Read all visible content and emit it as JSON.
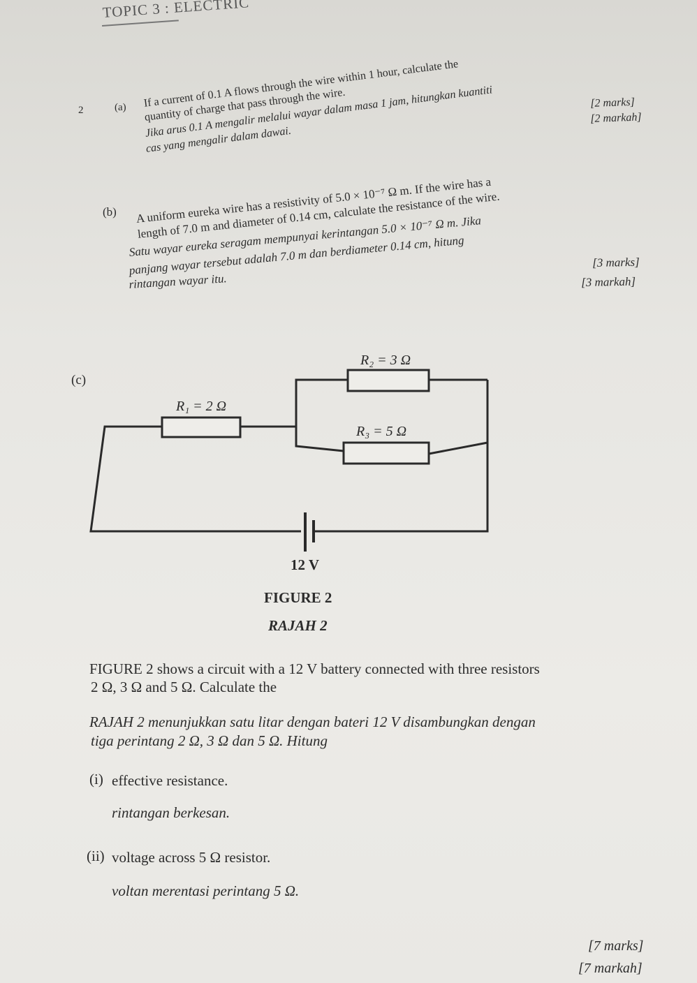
{
  "header": {
    "topic": "TOPIC 3 : ELECTRIC"
  },
  "q2a": {
    "number": "2",
    "part": "(a)",
    "en_line1": "If a current of 0.1 A flows through the wire within 1 hour, calculate the",
    "en_line2": "quantity of charge that pass through the wire.",
    "my_line1": "Jika arus 0.1 A mengalir melalui wayar dalam masa 1 jam, hitungkan kuantiti",
    "my_line2": "cas yang mengalir dalam dawai.",
    "marks_en": "[2 marks]",
    "marks_my": "[2 markah]"
  },
  "q2b": {
    "part": "(b)",
    "en_line1": "A uniform eureka wire has a resistivity of 5.0 × 10⁻⁷ Ω m. If the wire has a",
    "en_line2": "length of 7.0 m and diameter of 0.14 cm, calculate the resistance of the wire.",
    "my_line1": "Satu wayar eureka seragam mempunyai kerintangan 5.0 × 10⁻⁷ Ω m. Jika",
    "my_line2": "panjang wayar tersebut adalah 7.0 m dan berdiameter 0.14 cm, hitung",
    "my_line3": "rintangan wayar itu.",
    "marks_en": "[3 marks]",
    "marks_my": "[3 markah]"
  },
  "q2c": {
    "part": "(c)",
    "circuit": {
      "r1_label": "R₁ = 2 Ω",
      "r2_label": "R₂ = 3 Ω",
      "r3_label": "R₃ = 5 Ω",
      "battery_label": "12 V"
    },
    "figure_en": "FIGURE 2",
    "figure_my": "RAJAH 2",
    "desc_en_line1": "FIGURE 2 shows a circuit with a 12 V battery connected with three resistors",
    "desc_en_line2": "2 Ω, 3 Ω and 5 Ω. Calculate the",
    "desc_my_line1": "RAJAH 2 menunjukkan satu litar dengan bateri 12 V disambungkan dengan",
    "desc_my_line2": "tiga perintang 2 Ω, 3 Ω dan 5 Ω. Hitung",
    "items": [
      {
        "num": "(i)",
        "en": "effective resistance.",
        "my": "rintangan berkesan."
      },
      {
        "num": "(ii)",
        "en": "voltage across 5 Ω resistor.",
        "my": "voltan merentasi perintang 5 Ω."
      }
    ],
    "marks_en": "[7 marks]",
    "marks_my": "[7 markah]"
  }
}
